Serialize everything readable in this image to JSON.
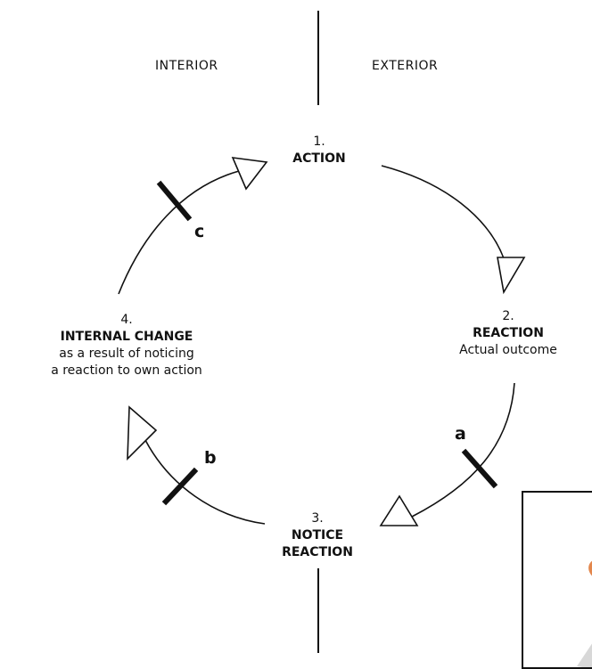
{
  "regions": {
    "interior": "INTERIOR",
    "exterior": "EXTERIOR"
  },
  "steps": [
    {
      "number": "1.",
      "title": "ACTION",
      "description": []
    },
    {
      "number": "2.",
      "title": "REACTION",
      "description": [
        "Actual outcome"
      ]
    },
    {
      "number": "3.",
      "title": "NOTICE",
      "title2": "REACTION",
      "description": []
    },
    {
      "number": "4.",
      "title": "INTERNAL CHANGE",
      "description": [
        "as a result of noticing",
        "a reaction to own action"
      ]
    }
  ],
  "breaks": [
    "a",
    "b",
    "c"
  ],
  "colors": {
    "stroke": "#111111",
    "background": "#ffffff",
    "accent": "#e07a3a"
  }
}
